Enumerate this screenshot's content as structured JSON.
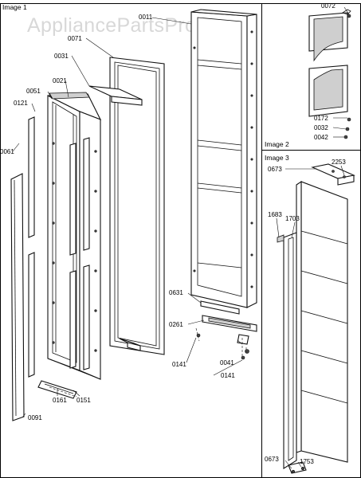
{
  "watermark": "AppliancePartsPros.com",
  "panels": {
    "image1": "Image 1",
    "image2": "Image 2",
    "image3": "Image 3"
  },
  "callouts": {
    "p0011": "0011",
    "p0071": "0071",
    "p0031": "0031",
    "p0021": "0021",
    "p0051": "0051",
    "p0121": "0121",
    "p0061": "0061",
    "p0631": "0631",
    "p0261": "0261",
    "p0141a": "0141",
    "p0041": "0041",
    "p0141b": "0141",
    "p0161": "0161",
    "p0151": "0151",
    "p0091": "0091",
    "p0072": "0072",
    "p0172": "0172",
    "p0032": "0032",
    "p0042": "0042",
    "p0673a": "0673",
    "p2253": "2253",
    "p1683": "1683",
    "p1703": "1703",
    "p0673b": "0673",
    "p1753": "1753"
  }
}
